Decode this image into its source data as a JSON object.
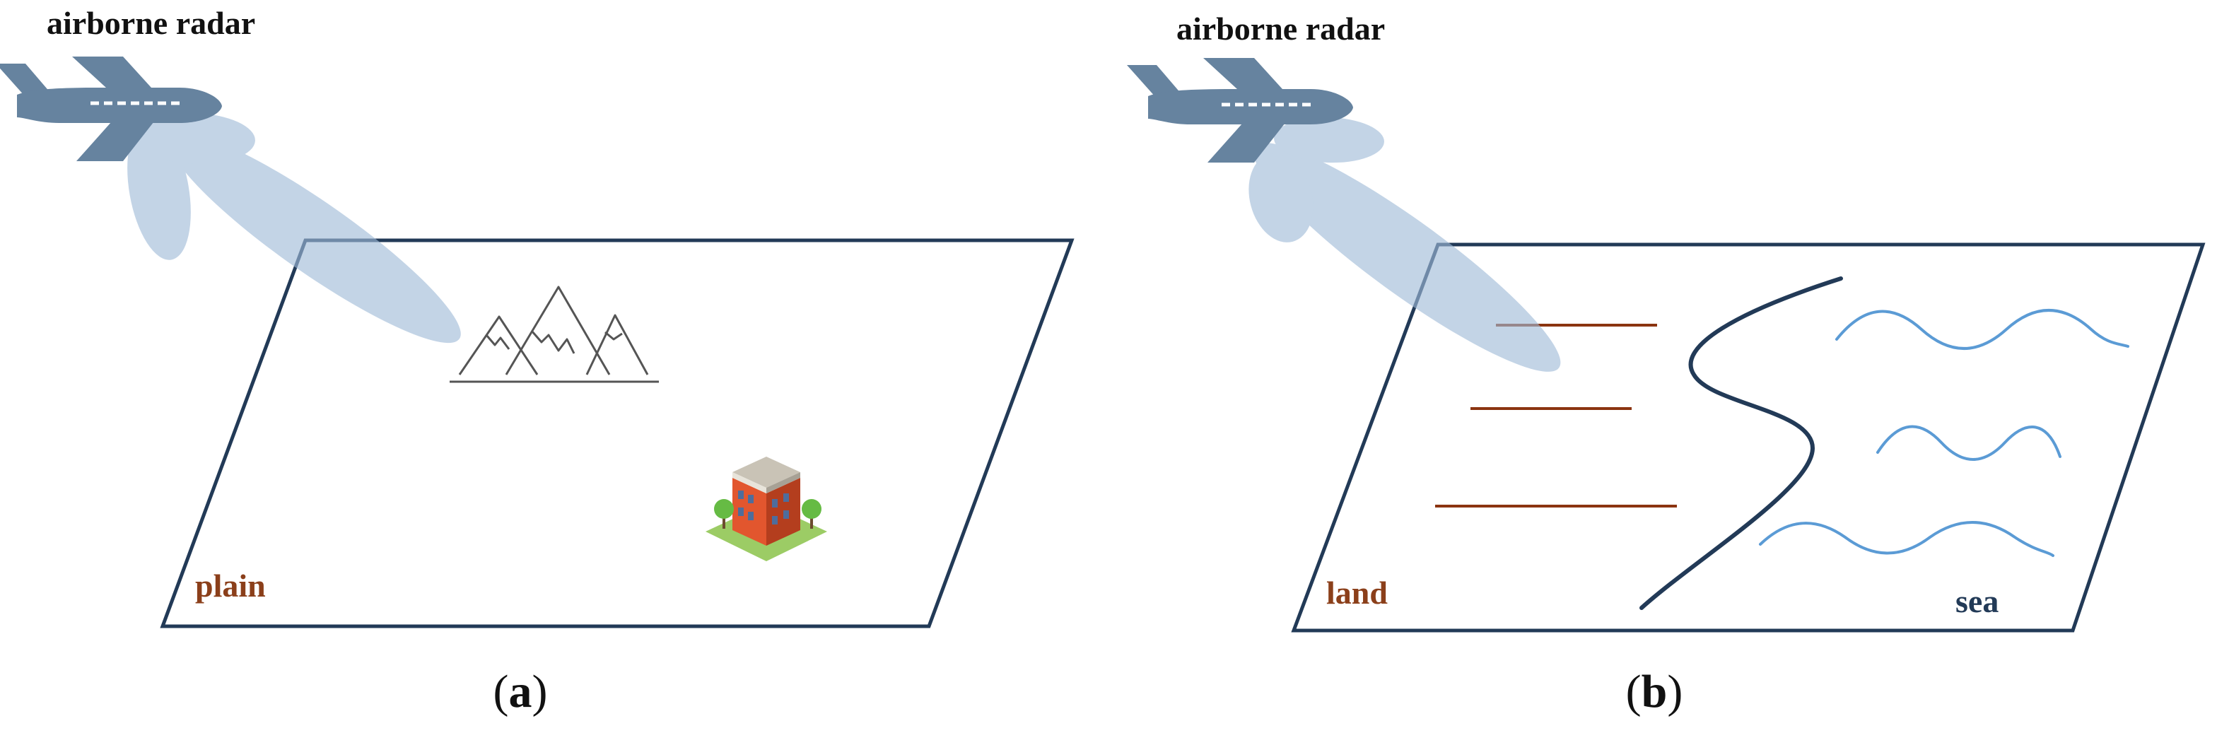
{
  "colors": {
    "aircraft": "#66839f",
    "beam": "#9fbad8",
    "frame": "#223a57",
    "terrain_label": "#8b3f1a",
    "land_lines": "#8b3410",
    "waves": "#5b9bd5",
    "sea_label": "#223a57",
    "mountain_stroke": "#555555",
    "building_brick": "#d9542c",
    "building_lawn": "#9ccc65"
  },
  "icons": {
    "aircraft": "airplane-icon",
    "mountain": "mountain-icon",
    "building": "building-icon"
  },
  "panel_a": {
    "radar_label": "airborne radar",
    "region_label": "plain",
    "caption_open": "(",
    "caption_letter": "a",
    "caption_close": ")"
  },
  "panel_b": {
    "radar_label": "airborne radar",
    "land_label": "land",
    "sea_label": "sea",
    "caption_open": "(",
    "caption_letter": "b",
    "caption_close": ")"
  }
}
